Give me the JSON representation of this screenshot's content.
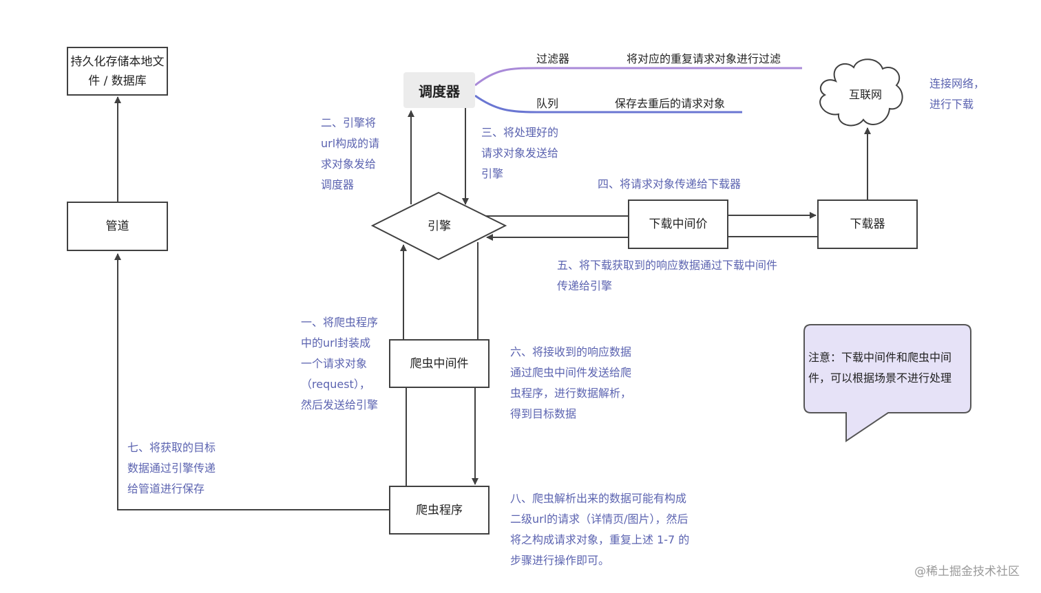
{
  "nodes": {
    "storage": "持久化存储本地文\n件 / 数据库",
    "pipeline": "管道",
    "scheduler": "调度器",
    "engine": "引擎",
    "downloader_middleware": "下载中间价",
    "downloader": "下载器",
    "internet": "互联网",
    "spider_middleware": "爬虫中间件",
    "spider": "爬虫程序"
  },
  "scheduler_branches": {
    "filter_title": "过滤器",
    "filter_desc": "将对应的重复请求对象进行过滤",
    "queue_title": "队列",
    "queue_desc": "保存去重后的请求对象"
  },
  "steps": {
    "step1": "一、将爬虫程序\n中的url封装成\n一个请求对象\n（request），\n然后发送给引擎",
    "step2": "二、引擎将\nurl构成的请\n求对象发给\n调度器",
    "step3": "三、将处理好的\n请求对象发送给\n引擎",
    "step4": "四、将请求对象传递给下载器",
    "step5": "五、将下载获取到的响应数据通过下载中间件\n传递给引擎",
    "step6": "六、将接收到的响应数据\n通过爬虫中间件发送给爬\n虫程序，进行数据解析，\n得到目标数据",
    "step7": "七、将获取的目标\n数据通过引擎传递\n给管道进行保存",
    "step8": "八、爬虫解析出来的数据可能有构成\n二级url的请求（详情页/图片），然后\n将之构成请求对象，重复上述 1-7 的\n步骤进行操作即可。"
  },
  "internet_note": "连接网络，\n进行下载",
  "callout": "注意：下载中间件和爬虫中间\n件，可以根据场景不进行处理",
  "watermark": "@稀土掘金技术社区",
  "colors": {
    "label": "#5b63b0",
    "line": "#404040",
    "filter_branch": "#a98ad8",
    "queue_branch": "#6a76d2",
    "callout_fill": "#e6e2f7"
  }
}
